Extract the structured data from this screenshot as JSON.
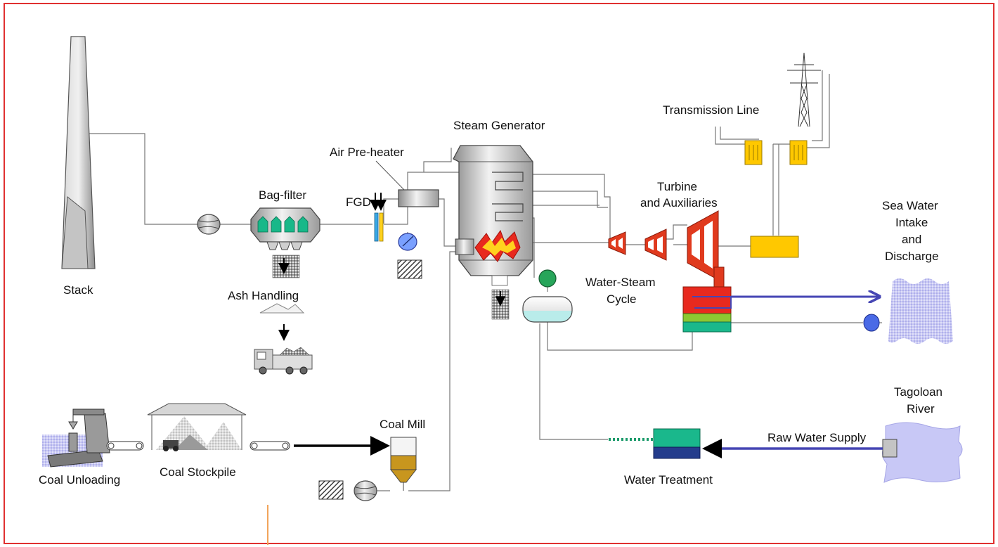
{
  "labels": {
    "stack": "Stack",
    "bag_filter": "Bag-filter",
    "fgd": "FGD",
    "air_preheater": "Air Pre-heater",
    "steam_generator": "Steam Generator",
    "transmission_line": "Transmission Line",
    "turbine_1": "Turbine",
    "turbine_2": "and Auxiliaries",
    "sea_water_1": "Sea Water",
    "sea_water_2": "Intake",
    "sea_water_3": "and",
    "sea_water_4": "Discharge",
    "ash_handling": "Ash Handling",
    "water_steam_1": "Water-Steam",
    "water_steam_2": "Cycle",
    "tagoloan_1": "Tagoloan",
    "tagoloan_2": "River",
    "coal_mill": "Coal Mill",
    "raw_water_supply": "Raw Water Supply",
    "coal_unloading": "Coal Unloading",
    "coal_stockpile": "Coal Stockpile",
    "water_treatment": "Water Treatment"
  },
  "colors": {
    "frame": "#e03030",
    "flow_line": "#777777",
    "turbine": "#e03a1e",
    "bag_filter_cartridge": "#18b889",
    "generator_yellow": "#ffc800",
    "water_blue": "#4646b4",
    "water_pattern": "#b4b4f0",
    "treatment_green": "#1ab88c",
    "treatment_navy": "#243c8c",
    "coal_mill_fill": "#c8961e"
  },
  "icons": {
    "stack": "chimney-icon",
    "fan": "fan-icon",
    "pump": "pump-icon",
    "truck": "truck-icon",
    "tower": "transmission-tower-icon",
    "ship": "ship-icon"
  }
}
